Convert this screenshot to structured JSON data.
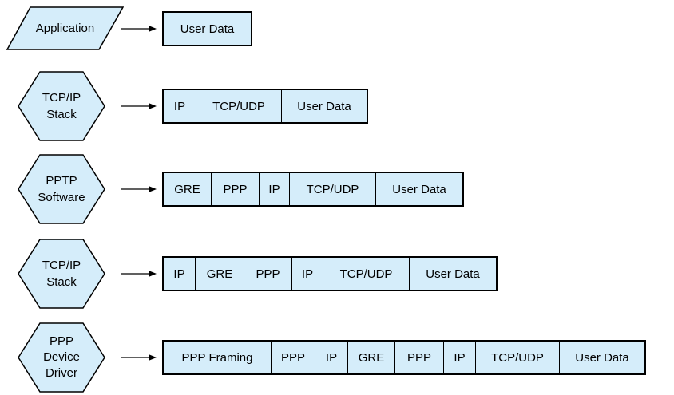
{
  "colors": {
    "background": "#ffffff",
    "shape_fill": "#d5edfa",
    "shape_border": "#000000",
    "arrow": "#000000",
    "text": "#000000"
  },
  "rows": [
    {
      "stage": {
        "shape": "parallelogram",
        "label": "Application"
      },
      "segments": [
        {
          "label": "User Data"
        }
      ]
    },
    {
      "stage": {
        "shape": "hexagon",
        "label": "TCP/IP\nStack"
      },
      "segments": [
        {
          "label": "IP"
        },
        {
          "label": "TCP/UDP"
        },
        {
          "label": "User Data"
        }
      ]
    },
    {
      "stage": {
        "shape": "hexagon",
        "label": "PPTP\nSoftware"
      },
      "segments": [
        {
          "label": "GRE"
        },
        {
          "label": "PPP"
        },
        {
          "label": "IP"
        },
        {
          "label": "TCP/UDP"
        },
        {
          "label": "User Data"
        }
      ]
    },
    {
      "stage": {
        "shape": "hexagon",
        "label": "TCP/IP\nStack"
      },
      "segments": [
        {
          "label": "IP"
        },
        {
          "label": "GRE"
        },
        {
          "label": "PPP"
        },
        {
          "label": "IP"
        },
        {
          "label": "TCP/UDP"
        },
        {
          "label": "User Data"
        }
      ]
    },
    {
      "stage": {
        "shape": "hexagon",
        "label": "PPP\nDevice\nDriver"
      },
      "segments": [
        {
          "label": "PPP Framing"
        },
        {
          "label": "PPP"
        },
        {
          "label": "IP"
        },
        {
          "label": "GRE"
        },
        {
          "label": "PPP"
        },
        {
          "label": "IP"
        },
        {
          "label": "TCP/UDP"
        },
        {
          "label": "User Data"
        }
      ]
    }
  ]
}
